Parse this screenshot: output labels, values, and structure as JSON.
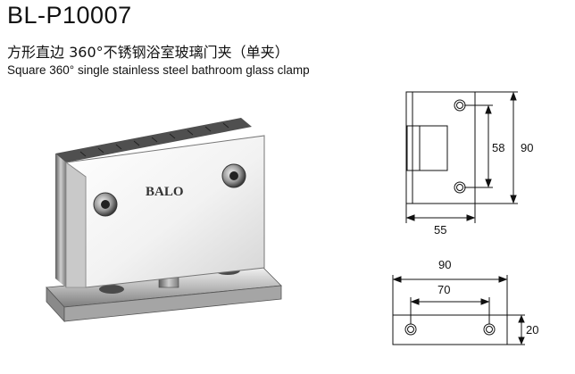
{
  "header": {
    "model": "BL-P10007",
    "title_cn": "方形直边 360°不锈钢浴室玻璃门夹（单夹）",
    "title_en": "Square 360° single stainless steel bathroom glass clamp"
  },
  "product": {
    "logo_text": "BALO",
    "finish": "polished stainless steel"
  },
  "diagram": {
    "front_view": {
      "height": "90",
      "hole_spacing": "58",
      "width": "55"
    },
    "top_view": {
      "length": "90",
      "hole_spacing": "70",
      "depth": "20"
    }
  },
  "colors": {
    "steel_light": "#f4f4f4",
    "steel_dark": "#6e6e6e",
    "line": "#111111"
  }
}
